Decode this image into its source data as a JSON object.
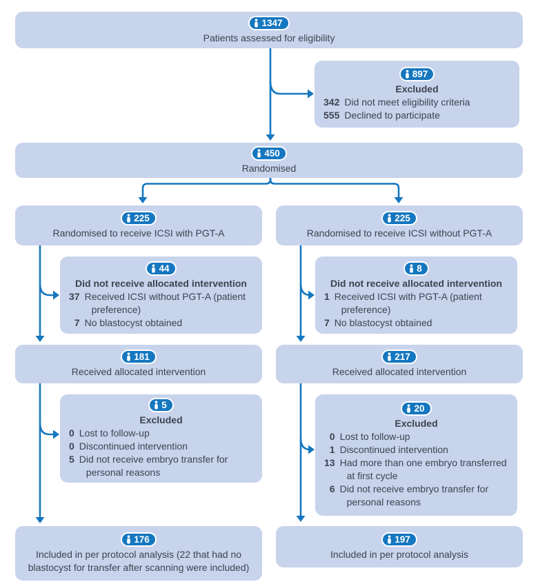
{
  "figure": {
    "kind": "CONSORT participant flow diagram"
  },
  "colors": {
    "blue": "#1577bf",
    "box_fill": "#c8d3ec",
    "ink": "#3d434f"
  },
  "nodes": {
    "assessed": {
      "count": "1347",
      "label": "Patients assessed for eligibility"
    },
    "excluded_top": {
      "count": "897",
      "title": "Excluded",
      "items": [
        {
          "n": "342",
          "text": "Did not meet eligibility criteria"
        },
        {
          "n": "555",
          "text": "Declined to participate"
        }
      ]
    },
    "randomised": {
      "count": "450",
      "label": "Randomised"
    },
    "arm_pgt": {
      "count": "225",
      "label": "Randomised to receive ICSI with PGT-A"
    },
    "arm_no_pgt": {
      "count": "225",
      "label": "Randomised to receive ICSI without PGT-A"
    },
    "not_received_pgt": {
      "count": "44",
      "title": "Did not receive allocated intervention",
      "items": [
        {
          "n": "37",
          "text": "Received ICSI without PGT-A (patient preference)"
        },
        {
          "n": "7",
          "text": "No blastocyst obtained"
        }
      ]
    },
    "not_received_no_pgt": {
      "count": "8",
      "title": "Did not receive allocated intervention",
      "items": [
        {
          "n": "1",
          "text": "Received ICSI with PGT-A (patient preference)"
        },
        {
          "n": "7",
          "text": "No blastocyst obtained"
        }
      ]
    },
    "received_pgt": {
      "count": "181",
      "label": "Received allocated intervention"
    },
    "received_no_pgt": {
      "count": "217",
      "label": "Received allocated intervention"
    },
    "excluded_pgt": {
      "count": "5",
      "title": "Excluded",
      "items": [
        {
          "n": "0",
          "text": "Lost to follow-up"
        },
        {
          "n": "0",
          "text": "Discontinued intervention"
        },
        {
          "n": "5",
          "text": "Did not receive embryo transfer for personal reasons"
        }
      ]
    },
    "excluded_no_pgt": {
      "count": "20",
      "title": "Excluded",
      "items": [
        {
          "n": "0",
          "text": "Lost to follow-up"
        },
        {
          "n": "1",
          "text": "Discontinued intervention"
        },
        {
          "n": "13",
          "text": "Had more than one embryo transferred at first cycle"
        },
        {
          "n": "6",
          "text": "Did not receive embryo transfer for personal reasons"
        }
      ]
    },
    "analysis_pgt": {
      "count": "176",
      "label": "Included in per protocol analysis (22 that had no blastocyst for transfer after scanning were included)"
    },
    "analysis_no_pgt": {
      "count": "197",
      "label": "Included in per protocol analysis"
    }
  }
}
